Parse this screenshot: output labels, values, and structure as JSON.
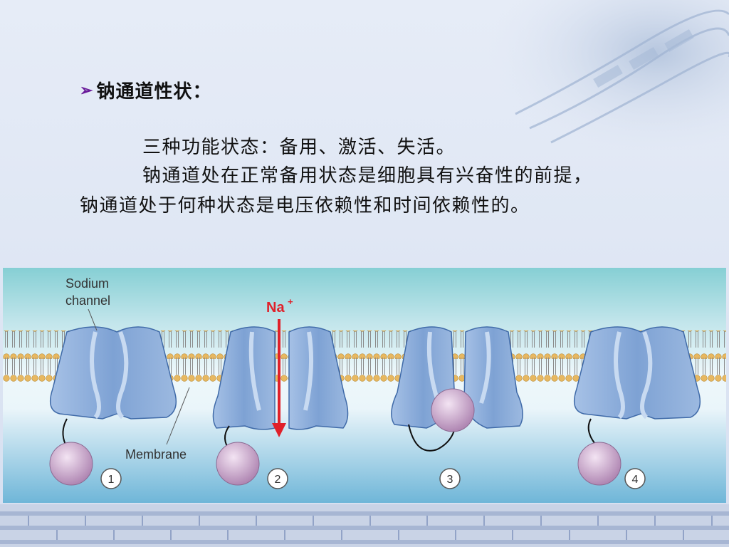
{
  "slide": {
    "bullet_title": "钠通道性状：",
    "lines": [
      "三种功能状态：备用、激活、失活。",
      "钠通道处在正常备用状态是细胞具有兴奋性的前提，",
      "钠通道处于何种状态是电压依赖性和时间依赖性的。"
    ]
  },
  "diagram": {
    "labels": {
      "sodium_channel_1": "Sodium",
      "sodium_channel_2": "channel",
      "membrane": "Membrane",
      "na_ion": "Na",
      "na_charge": "+"
    },
    "states": [
      "1",
      "2",
      "3",
      "4"
    ]
  },
  "colors": {
    "channel_fill": "#7ea2d4",
    "channel_stroke": "#3f6aa8",
    "ball": "#c49bc4",
    "arrow": "#e0202a",
    "lipid_head": "#e8b860",
    "bullet": "#6a1b9a"
  }
}
